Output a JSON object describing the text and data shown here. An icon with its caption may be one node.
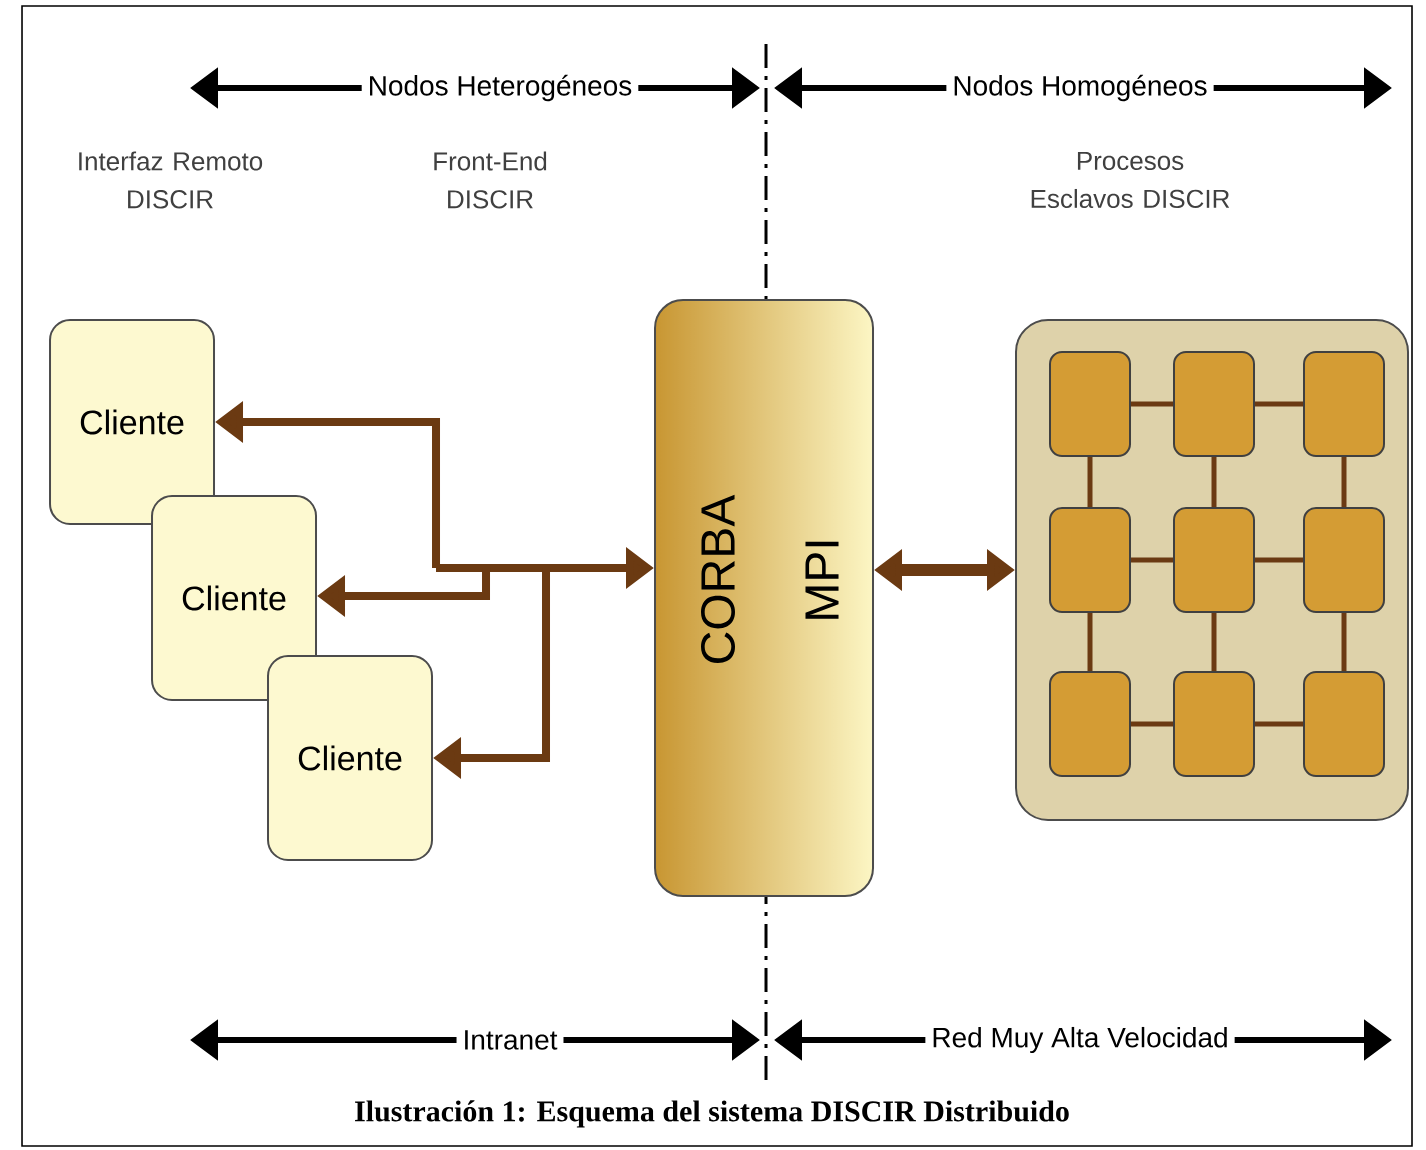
{
  "diagram": {
    "caption": "Ilustración 1: Esquema del sistema DISCIR Distribuido",
    "nodes": [
      {
        "text": [
          "Cliente"
        ]
      },
      {
        "text": [
          "Cliente"
        ]
      },
      {
        "text": [
          "Cliente"
        ]
      },
      {
        "text": [
          "CORBA",
          "MPI"
        ]
      },
      {
        "text": [
          "Procesos Esclavos DISCIR"
        ]
      },
      {
        "text": [],
        "shape": "box",
        "in": 4
      },
      {
        "text": [],
        "shape": "box",
        "in": 4
      },
      {
        "text": [],
        "shape": "box",
        "in": 4
      },
      {
        "text": [],
        "shape": "box",
        "in": 4
      },
      {
        "text": [],
        "shape": "box",
        "in": 4
      },
      {
        "text": [],
        "shape": "box",
        "in": 4
      },
      {
        "text": [],
        "shape": "box",
        "in": 4
      },
      {
        "text": [],
        "shape": "box",
        "in": 4
      },
      {
        "text": [],
        "shape": "box",
        "in": 4
      }
    ],
    "edges": [
      {
        "from": 3,
        "to": 0,
        "arrow": "both"
      },
      {
        "from": 3,
        "to": 1,
        "arrow": "both"
      },
      {
        "from": 3,
        "to": 2,
        "arrow": "both"
      },
      {
        "from": 3,
        "to": 4,
        "arrow": "both",
        "style": "thick"
      },
      {
        "from": 5,
        "to": 6,
        "arrow": "none"
      },
      {
        "from": 6,
        "to": 7,
        "arrow": "none"
      },
      {
        "from": 8,
        "to": 9,
        "arrow": "none"
      },
      {
        "from": 9,
        "to": 10,
        "arrow": "none"
      },
      {
        "from": 11,
        "to": 12,
        "arrow": "none"
      },
      {
        "from": 12,
        "to": 13,
        "arrow": "none"
      },
      {
        "from": 5,
        "to": 8,
        "arrow": "none"
      },
      {
        "from": 8,
        "to": 11,
        "arrow": "none"
      },
      {
        "from": 6,
        "to": 9,
        "arrow": "none"
      },
      {
        "from": 9,
        "to": 12,
        "arrow": "none"
      },
      {
        "from": 7,
        "to": 10,
        "arrow": "none"
      },
      {
        "from": 10,
        "to": 13,
        "arrow": "none"
      }
    ],
    "labels": [
      "Nodos Heterogéneos",
      "Nodos Homogéneos",
      "Interfaz Remoto DISCIR",
      "Front-End DISCIR",
      "Intranet",
      "Red Muy Alta Velocidad"
    ]
  }
}
